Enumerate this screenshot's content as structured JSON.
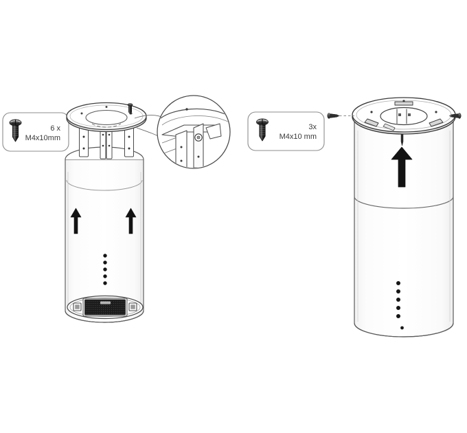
{
  "document": {
    "type": "assembly-instruction-diagram",
    "title": "Cylindrical Speaker Ceiling Mount Assembly",
    "background_color": "#ffffff",
    "line_color": "#4a4a4a",
    "fill_color": "#ffffff",
    "accent_dark": "#1a1a1a"
  },
  "callouts": [
    {
      "id": "callout-left",
      "quantity": "6 x",
      "spec": "M4x10mm",
      "icon": "screw-pan-head-icon",
      "border_color": "#8c8c8c"
    },
    {
      "id": "callout-right",
      "quantity": "3x",
      "spec": "M4x10 mm",
      "icon": "screw-pan-head-icon",
      "border_color": "#8c8c8c"
    }
  ],
  "assemblies": [
    {
      "id": "left-assembly",
      "label": "bracket-mount-assembly",
      "bracket": {
        "type": "mounting-ring-with-plates",
        "plate_count": 3,
        "holes_per_plate": 3
      },
      "cylinder": {
        "arrows": 2,
        "arrow_direction": "up",
        "indicator_dots": 5,
        "connector_panel": true,
        "connector_ports": 2
      },
      "detail_circle": {
        "label": "screw-fixing-detail",
        "present": true
      }
    },
    {
      "id": "right-assembly",
      "label": "plate-mount-assembly",
      "plate": {
        "type": "mounting-plate-with-clips",
        "clip_count": 4
      },
      "cylinder": {
        "arrows": 1,
        "arrow_direction": "up",
        "indicator_dots": 5,
        "seam_line": true
      },
      "insert_screws": [
        {
          "id": "screw-left",
          "direction": "right"
        },
        {
          "id": "screw-right",
          "direction": "left"
        }
      ]
    }
  ]
}
